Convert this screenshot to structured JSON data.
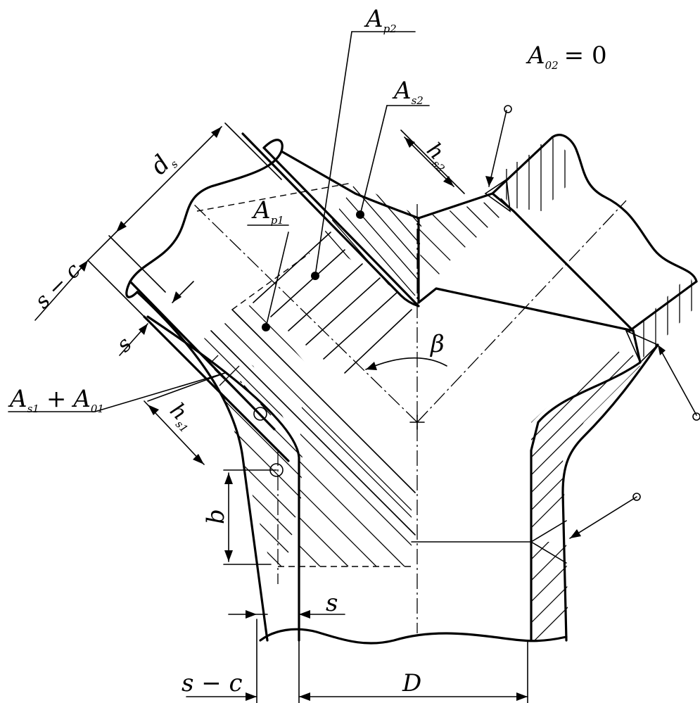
{
  "labels": {
    "A_p2": {
      "main": "A",
      "sub": "p2"
    },
    "A_s2": {
      "main": "A",
      "sub": "s2"
    },
    "A_p1": {
      "main": "A",
      "sub": "p1"
    },
    "A_02_eq": {
      "main": "A",
      "sub": "02",
      "rest": "= 0"
    },
    "A_s1_plus_A_01": {
      "main1": "A",
      "sub1": "s1",
      "plus": "+",
      "main2": "A",
      "sub2": "01"
    },
    "h_s2": {
      "main": "h",
      "sub": "s2"
    },
    "h_s1": {
      "main": "h",
      "sub": "s1"
    },
    "d_s": {
      "main": "d",
      "sub": "s"
    },
    "s_minus_c_upper": "s − c",
    "s_minus_c_lower": "s − c",
    "s_left": "s",
    "s_bottom": "s",
    "b": "b",
    "beta": "β",
    "D": "D"
  }
}
